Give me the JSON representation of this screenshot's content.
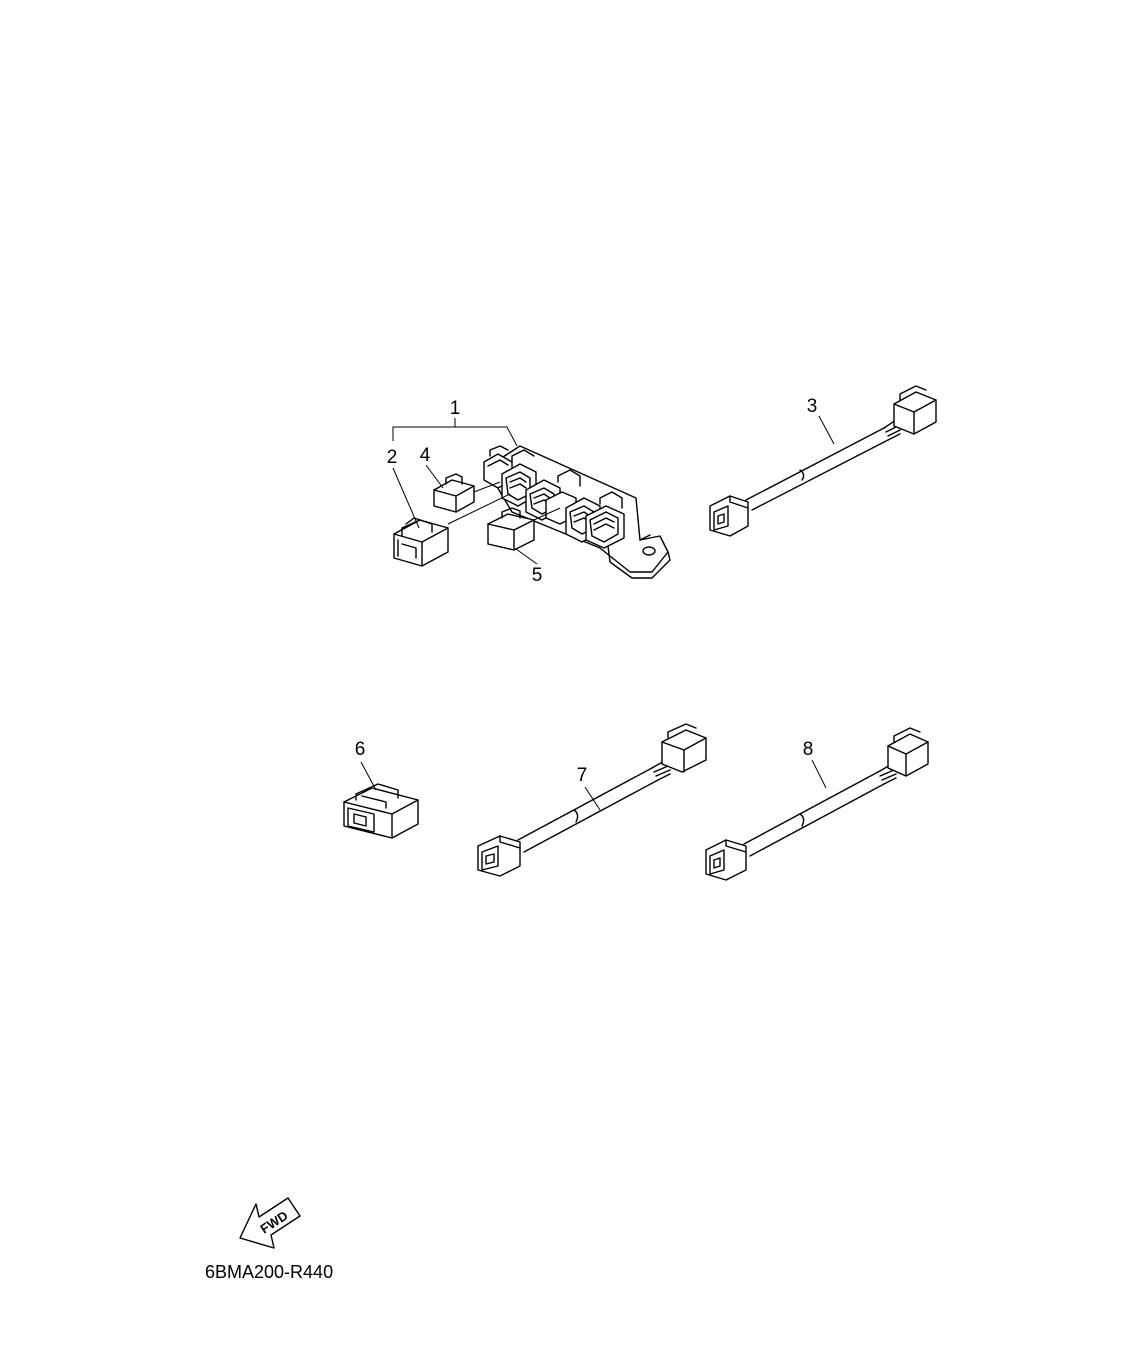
{
  "parts": [
    {
      "num": "1"
    },
    {
      "num": "2"
    },
    {
      "num": "3"
    },
    {
      "num": "4"
    },
    {
      "num": "5"
    },
    {
      "num": "6"
    },
    {
      "num": "7"
    },
    {
      "num": "8"
    }
  ],
  "fwd_label": "FWD",
  "drawing_code": "6BMA200-R440"
}
